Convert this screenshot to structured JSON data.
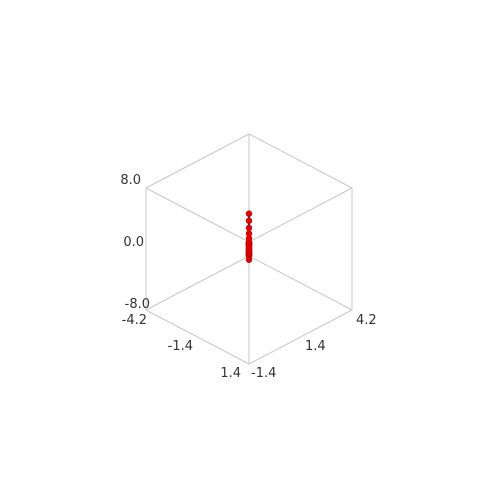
{
  "chart_data": {
    "type": "scatter",
    "dimensions": 3,
    "title": "",
    "xlabel": "",
    "ylabel": "",
    "zlabel": "",
    "grid": false,
    "colors": {
      "line": "#1f1fc8",
      "points": "#e00000",
      "box": "#c8c8c8"
    },
    "z_ticks": [
      "8.0",
      "0.0",
      "-8.0"
    ],
    "left_ticks": [
      "-4.2",
      "-1.4",
      "1.4"
    ],
    "right_ticks": [
      "-1.4",
      "1.4",
      "4.2"
    ],
    "series": [
      {
        "x": [
          -1.6,
          -1.5,
          -1.4,
          -1.3,
          -1.2,
          -1.1,
          -1.0,
          -0.9,
          -0.8,
          -0.7,
          -0.6,
          -0.5,
          -0.4,
          -0.3,
          -0.2,
          -0.1,
          0.0,
          0.1,
          0.2,
          0.3,
          0.4,
          0.5,
          0.6,
          0.7,
          0.8,
          0.9,
          1.0,
          1.1,
          1.2,
          1.3,
          1.4,
          1.5,
          1.6,
          1.7,
          1.8,
          1.9,
          2.0
        ],
        "y": [
          -1.6,
          -1.5,
          -1.4,
          -1.3,
          -1.2,
          -1.1,
          -1.0,
          -0.9,
          -0.8,
          -0.7,
          -0.6,
          -0.5,
          -0.4,
          -0.3,
          -0.2,
          -0.1,
          0.0,
          0.1,
          0.2,
          0.3,
          0.4,
          0.5,
          0.6,
          0.7,
          0.8,
          0.9,
          1.0,
          1.1,
          1.2,
          1.3,
          1.4,
          1.5,
          1.6,
          1.7,
          1.8,
          1.9,
          2.0
        ],
        "z": [
          -4.1,
          -3.4,
          -2.7,
          -2.2,
          -1.7,
          -1.3,
          -1.0,
          -0.7,
          -0.5,
          -0.3,
          -0.2,
          -0.1,
          -0.1,
          0.0,
          0.0,
          0.0,
          0.0,
          0.0,
          0.0,
          0.0,
          0.1,
          0.1,
          0.2,
          0.3,
          0.5,
          0.7,
          1.0,
          1.3,
          1.7,
          2.2,
          2.7,
          3.4,
          4.1,
          4.9,
          5.8,
          6.9,
          8.0
        ]
      }
    ]
  }
}
